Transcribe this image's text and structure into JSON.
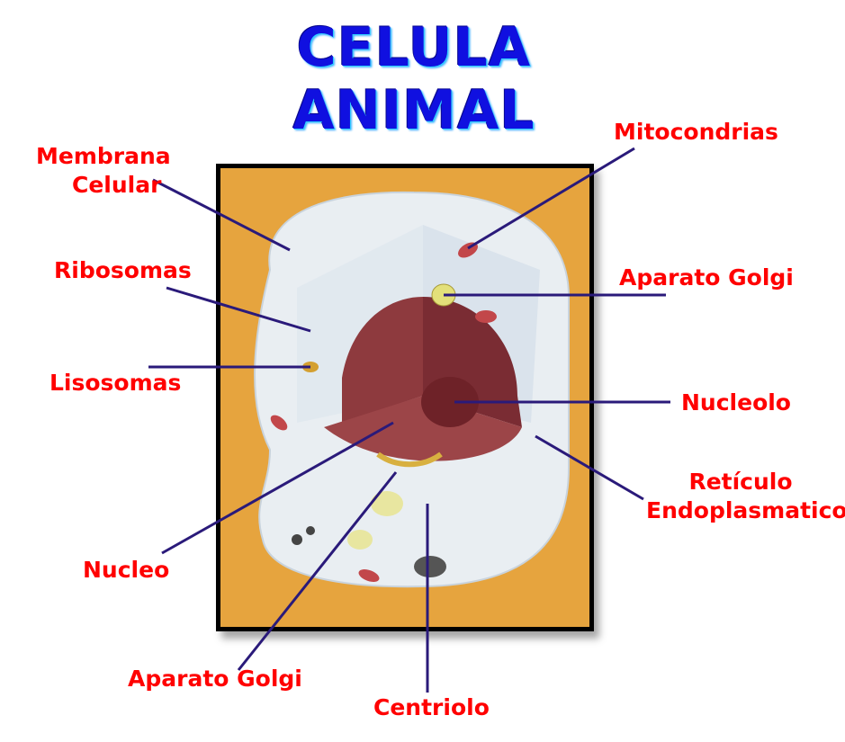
{
  "title": "CELULA ANIMAL",
  "labels": {
    "membrana": [
      "Membrana",
      "Celular"
    ],
    "mitocondrias": "Mitocondrias",
    "ribosomas": "Ribosomas",
    "golgi_right": "Aparato Golgi",
    "lisosomas": "Lisosomas",
    "nucleolo": "Nucleolo",
    "reticulo": [
      "Retículo",
      "Endoplasmatico"
    ],
    "nucleo": "Nucleo",
    "golgi_bottom": "Aparato Golgi",
    "centriolo": "Centriolo"
  },
  "colors": {
    "label": "#ff0000",
    "title": "#1010e0",
    "line": "#2a1a7a",
    "frame": "#e6a43e"
  }
}
